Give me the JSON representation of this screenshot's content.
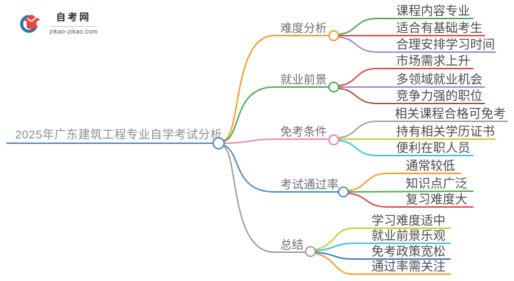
{
  "logo": {
    "title": "自考网",
    "domain": "zikao-zikao.com",
    "icon": "graduation-cap-crescent",
    "cap_color": "#e64540",
    "crescent_color": "#2478b6"
  },
  "mindmap": {
    "root": {
      "label": "2025年广东建筑工程专业自学考试分析",
      "color": "#4589cd"
    },
    "branches": [
      {
        "label": "难度分析",
        "color": "#f9981d",
        "children": [
          {
            "label": "课程内容专业",
            "color": "#44ab4c"
          },
          {
            "label": "适合有基础考生",
            "color": "#e4423d"
          },
          {
            "label": "合理安排学习时间",
            "color": "#a07fd8"
          }
        ]
      },
      {
        "label": "就业前景",
        "color": "#44ab4c",
        "children": [
          {
            "label": "市场需求上升",
            "color": "#e4423d"
          },
          {
            "label": "多领域就业机会",
            "color": "#a07fd8"
          },
          {
            "label": "竞争力强的职位",
            "color": "#aa4f45"
          }
        ]
      },
      {
        "label": "免考条件",
        "color": "#f07fb8",
        "children": [
          {
            "label": "相关课程合格可免考",
            "color": "#9b9b9b"
          },
          {
            "label": "持有相关学历证书",
            "color": "#d2c524"
          },
          {
            "label": "便利在职人员",
            "color": "#2cc4e8"
          }
        ]
      },
      {
        "label": "考试通过率",
        "color": "#4589cd",
        "children": [
          {
            "label": "通常较低",
            "color": "#f9981d"
          },
          {
            "label": "知识点广泛",
            "color": "#44ab4c"
          },
          {
            "label": "复习难度大",
            "color": "#e4423d"
          }
        ]
      },
      {
        "label": "总结",
        "color": "#9b9b9b",
        "children": [
          {
            "label": "学习难度适中",
            "color": "#d2c524"
          },
          {
            "label": "就业前景乐观",
            "color": "#2cc4e8"
          },
          {
            "label": "免考政策宽松",
            "color": "#3179be"
          },
          {
            "label": "通过率需关注",
            "color": "#f9981d"
          }
        ]
      }
    ]
  }
}
